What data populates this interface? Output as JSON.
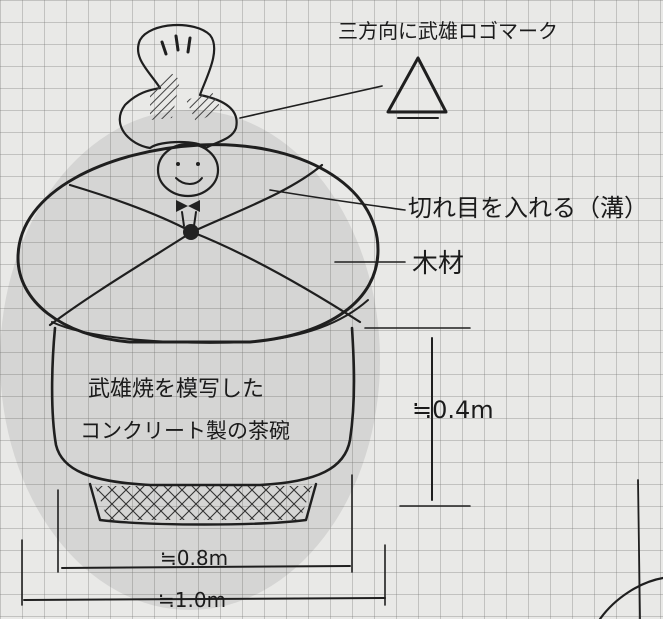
{
  "annotations": {
    "logo_mark": "三方向に武雄ロゴマーク",
    "notch": "切れ目を入れる（溝）",
    "wood": "木材",
    "bowl_line1": "武雄焼を模写した",
    "bowl_line2": "コンクリート製の茶碗",
    "height": "≒0.4m",
    "inner_width": "≒0.8m",
    "outer_width": "≒1.0m"
  },
  "colors": {
    "paper": "#e9e9e7",
    "grid": "#8a8a8a",
    "ink": "#1f1f1f"
  }
}
